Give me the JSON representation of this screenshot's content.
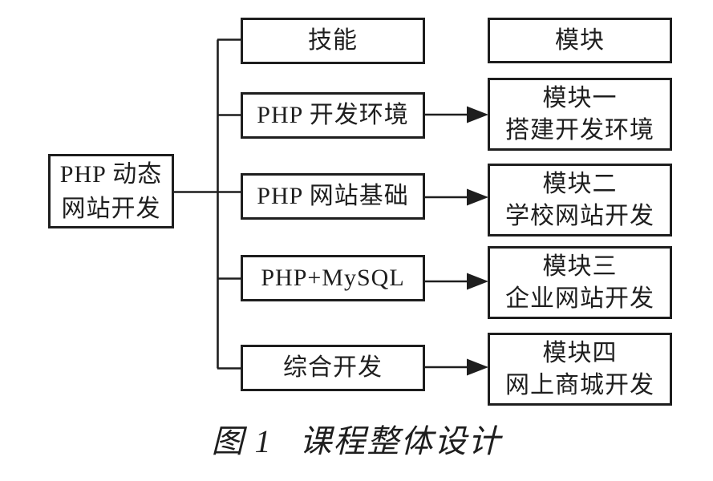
{
  "figure": {
    "root_box": {
      "line1": "PHP 动态",
      "line2": "网站开发"
    },
    "column_headers": {
      "skills": "技能",
      "modules": "模块"
    },
    "rows": [
      {
        "skill": "PHP 开发环境",
        "module_title": "模块一",
        "module_desc": "搭建开发环境"
      },
      {
        "skill": "PHP 网站基础",
        "module_title": "模块二",
        "module_desc": "学校网站开发"
      },
      {
        "skill": "PHP+MySQL",
        "module_title": "模块三",
        "module_desc": "企业网站开发"
      },
      {
        "skill": "综合开发",
        "module_title": "模块四",
        "module_desc": "网上商城开发"
      }
    ],
    "caption": {
      "prefix": "图 1",
      "title": "课程整体设计"
    },
    "colors": {
      "ink": "#1e1e1e",
      "background": "#ffffff"
    }
  }
}
